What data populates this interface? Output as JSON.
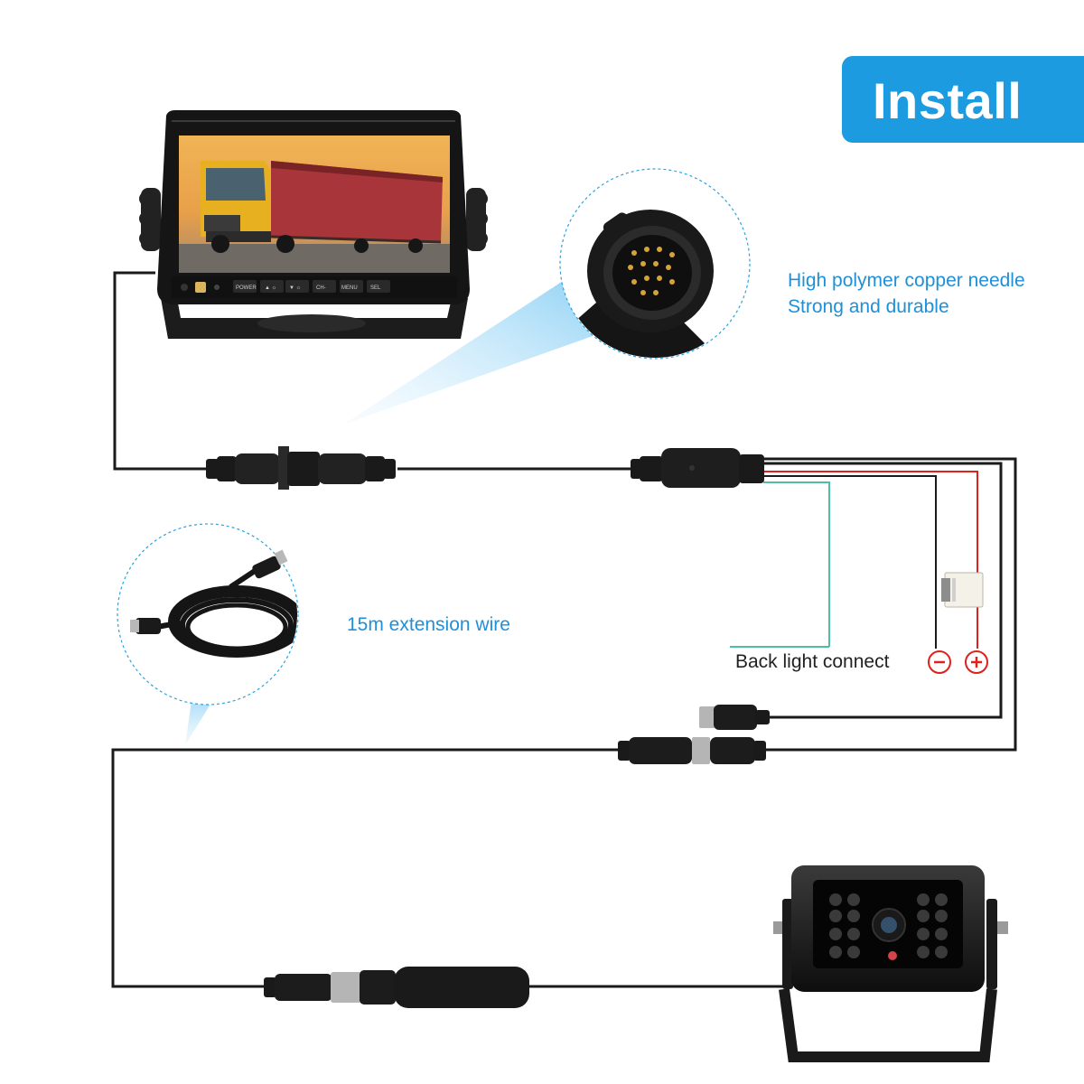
{
  "title": "Install",
  "callouts": {
    "connector_line1": "High polymer copper needle",
    "connector_line2": "Strong and durable",
    "extension": "15m extension wire",
    "back_light": "Back light connect"
  },
  "polarity": {
    "negative": "−",
    "positive": "+"
  },
  "monitor_buttons": [
    "POWER",
    "CH-",
    "MENU",
    "SEL"
  ],
  "colors": {
    "accent": "#1c9be0",
    "callout_text": "#1f8fd8",
    "wire_black": "#1a1a1a",
    "wire_red": "#e0201c",
    "wire_green": "#4bbfa8"
  },
  "icons": [
    "monitor",
    "connector-closeup",
    "cable-coil",
    "camera",
    "power-plug"
  ]
}
